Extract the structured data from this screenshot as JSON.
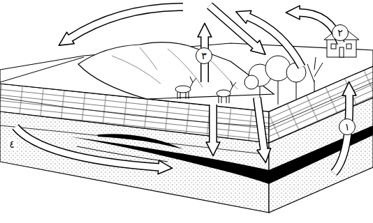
{
  "diagram": {
    "labels": [
      "١",
      "٢",
      "٣",
      "٤"
    ]
  }
}
